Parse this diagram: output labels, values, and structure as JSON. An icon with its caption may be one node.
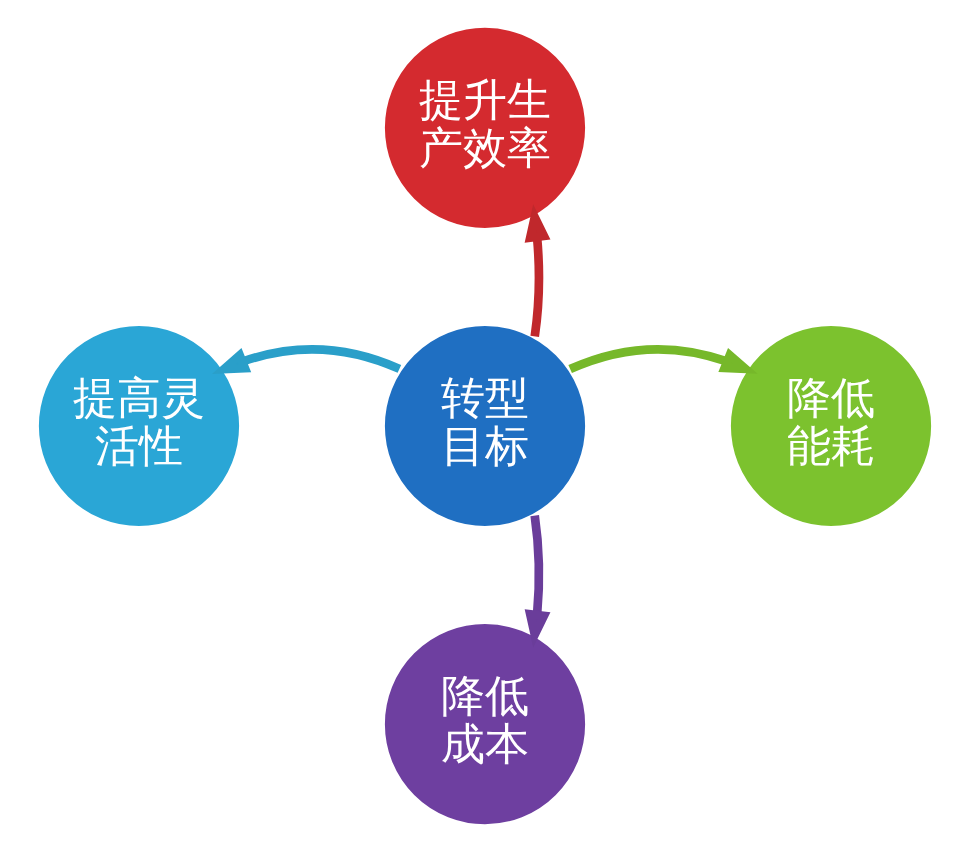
{
  "diagram": {
    "nodes": [
      {
        "text": [
          "提升生产效率"
        ]
      },
      {
        "text": [
          "提高灵活性"
        ]
      },
      {
        "text": [
          "转型目标"
        ]
      },
      {
        "text": [
          "降低能耗"
        ]
      },
      {
        "text": [
          "降低成本"
        ]
      }
    ],
    "edges": [
      {
        "from": 2,
        "to": 0,
        "arrow": "to",
        "color": "#c0282c"
      },
      {
        "from": 2,
        "to": 1,
        "arrow": "to",
        "color": "#2a9fc9"
      },
      {
        "from": 2,
        "to": 3,
        "arrow": "to",
        "color": "#76b82a"
      },
      {
        "from": 2,
        "to": 4,
        "arrow": "to",
        "color": "#6a3d9a"
      }
    ]
  }
}
